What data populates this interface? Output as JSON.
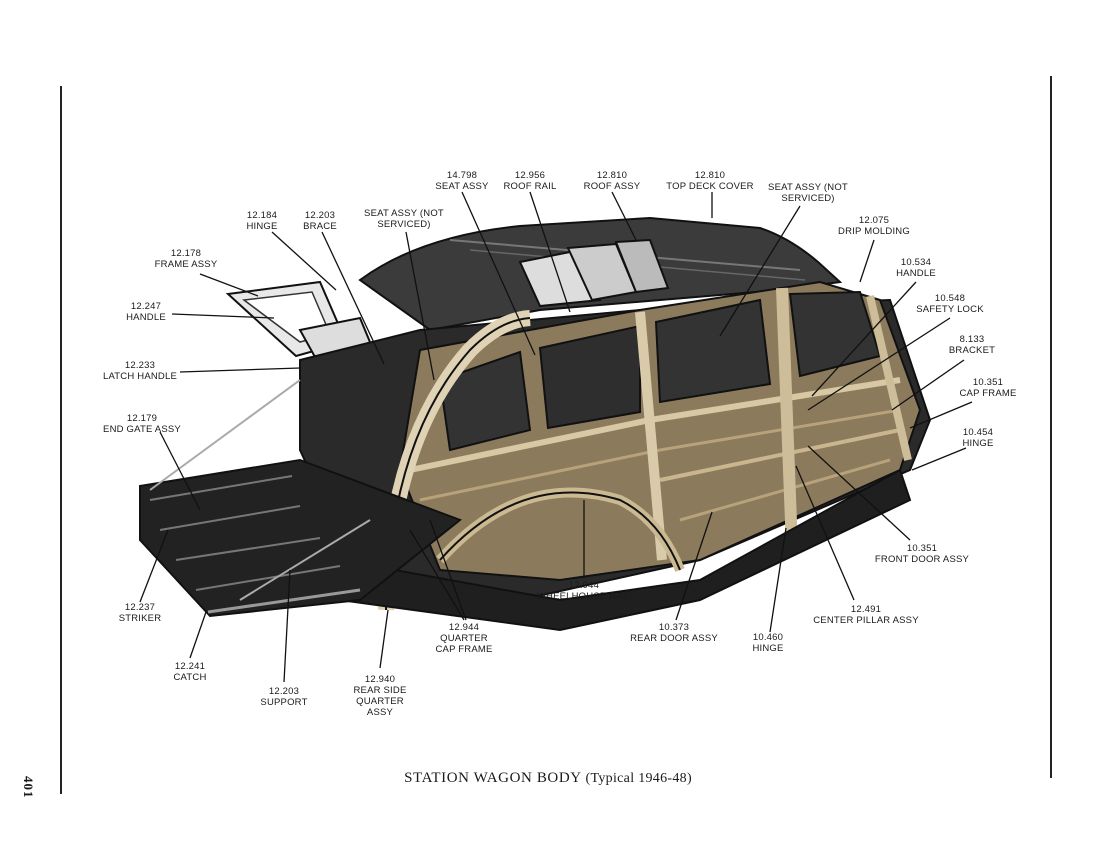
{
  "page_number": "401",
  "caption": {
    "main": "STATION WAGON BODY",
    "sub": "(Typical 1946-48)"
  },
  "callouts": [
    {
      "num": "14.798",
      "text": "SEAT ASSY"
    },
    {
      "num": "12.956",
      "text": "ROOF RAIL"
    },
    {
      "num": "12.810",
      "text": "ROOF ASSY"
    },
    {
      "num": "12.810",
      "text": "TOP DECK COVER"
    },
    {
      "num": "",
      "text": "SEAT ASSY (NOT SERVICED)"
    },
    {
      "num": "12.184",
      "text": "HINGE"
    },
    {
      "num": "12.203",
      "text": "BRACE"
    },
    {
      "num": "",
      "text": "SEAT ASSY (NOT SERVICED)"
    },
    {
      "num": "12.075",
      "text": "DRIP MOLDING"
    },
    {
      "num": "12.178",
      "text": "FRAME ASSY"
    },
    {
      "num": "10.534",
      "text": "HANDLE"
    },
    {
      "num": "12.247",
      "text": "HANDLE"
    },
    {
      "num": "10.548",
      "text": "SAFETY LOCK"
    },
    {
      "num": "8.133",
      "text": "BRACKET"
    },
    {
      "num": "12.233",
      "text": "LATCH HANDLE"
    },
    {
      "num": "10.351",
      "text": "CAP FRAME"
    },
    {
      "num": "12.179",
      "text": "END GATE ASSY"
    },
    {
      "num": "10.454",
      "text": "HINGE"
    },
    {
      "num": "10.351",
      "text": "FRONT DOOR ASSY"
    },
    {
      "num": "12.944",
      "text": "WHEELHOUSE RAIL"
    },
    {
      "num": "12.491",
      "text": "CENTER PILLAR ASSY"
    },
    {
      "num": "12.237",
      "text": "STRIKER"
    },
    {
      "num": "12.944",
      "text": "QUARTER CAP FRAME"
    },
    {
      "num": "10.373",
      "text": "REAR DOOR ASSY"
    },
    {
      "num": "10.460",
      "text": "HINGE"
    },
    {
      "num": "12.241",
      "text": "CATCH"
    },
    {
      "num": "12.203",
      "text": "SUPPORT"
    },
    {
      "num": "12.940",
      "text": "REAR SIDE QUARTER ASSY"
    }
  ]
}
